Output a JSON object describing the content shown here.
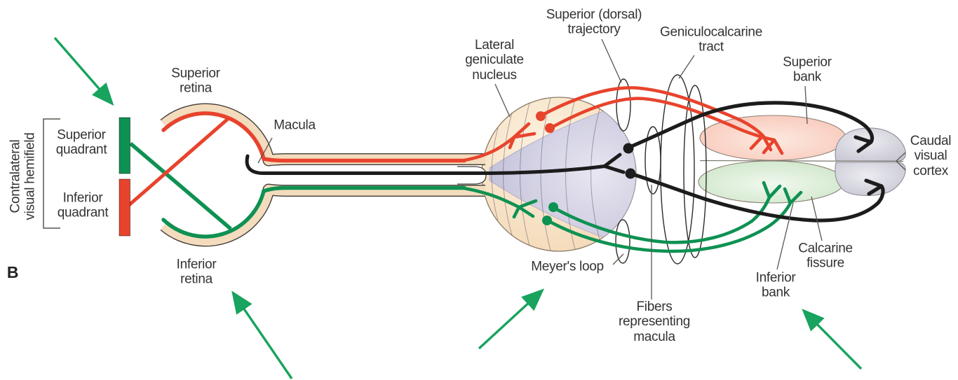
{
  "figure": {
    "panel": "B",
    "labels": {
      "superior_trajectory": "Superior (dorsal)\ntrajectory",
      "geniculocalcarine_tract": "Geniculocalcarine\ntract",
      "lateral_geniculate_nucleus": "Lateral\ngeniculate\nnucleus",
      "superior_bank": "Superior\nbank",
      "caudal_visual_cortex": "Caudal\nvisual\ncortex",
      "superior_retina": "Superior\nretina",
      "macula": "Macula",
      "contralateral_hemifield": "Contralateral\nvisual hemifield",
      "superior_quadrant": "Superior\nquadrant",
      "inferior_quadrant": "Inferior\nquadrant",
      "inferior_retina": "Inferior\nretina",
      "meyers_loop": "Meyer's loop",
      "fibers_representing_macula": "Fibers\nrepresenting\nmacula",
      "inferior_bank": "Inferior\nbank",
      "calcarine_fissure": "Calcarine\nfissure"
    },
    "colors": {
      "red": "#e8432d",
      "green": "#0e9152",
      "arrow": "#18a35e",
      "black": "#1c1c1c",
      "beige": "#f3dcbd",
      "peach": "#f4d9b6",
      "lavender": "#c6c5de",
      "bank_pink": "#f8c5b6",
      "bank_green": "#cbe5c7",
      "cortex_gray": "#c9c8d3",
      "outline": "#3f3b35",
      "pointer": "#5a564f",
      "text": "#333333"
    }
  }
}
